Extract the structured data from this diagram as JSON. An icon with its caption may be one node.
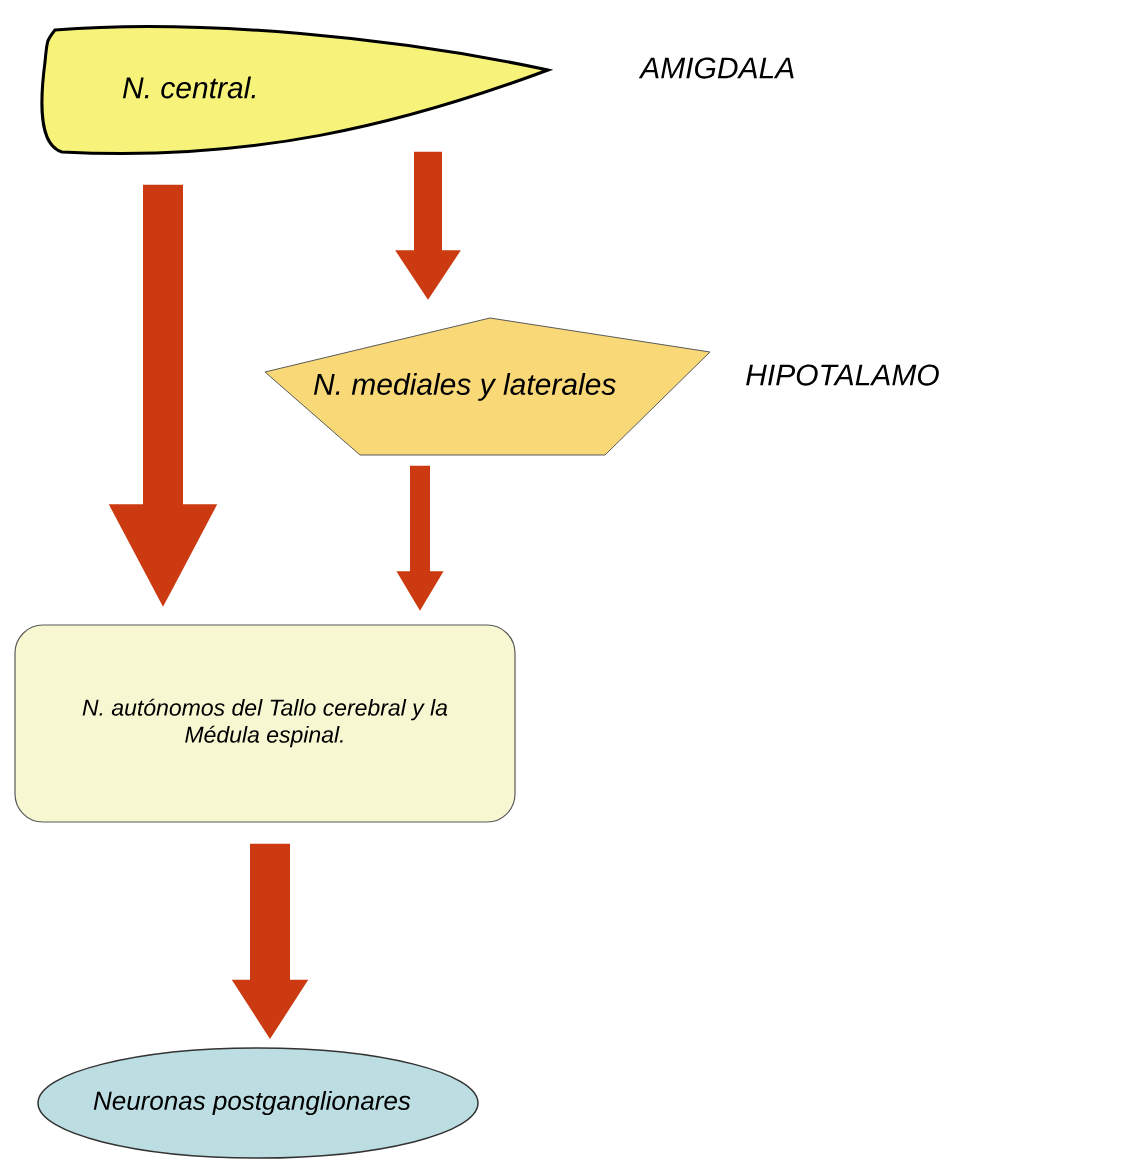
{
  "diagram": {
    "nodes": [
      {
        "text": [
          "N. central."
        ],
        "beside": [
          "AMIGDALA"
        ]
      },
      {
        "text": [
          "N. mediales y laterales"
        ],
        "beside": [
          "HIPOTALAMO"
        ]
      },
      {
        "text": [
          "N. autónomos del Tallo cerebral y la Médula espinal."
        ]
      },
      {
        "text": [
          "Neuronas postganglionares"
        ]
      }
    ],
    "edges": [
      {
        "from": 0,
        "to": 2,
        "arrow": "to"
      },
      {
        "from": 0,
        "to": 1,
        "arrow": "to"
      },
      {
        "from": 1,
        "to": 2,
        "arrow": "to"
      },
      {
        "from": 2,
        "to": 3,
        "arrow": "to"
      }
    ]
  }
}
